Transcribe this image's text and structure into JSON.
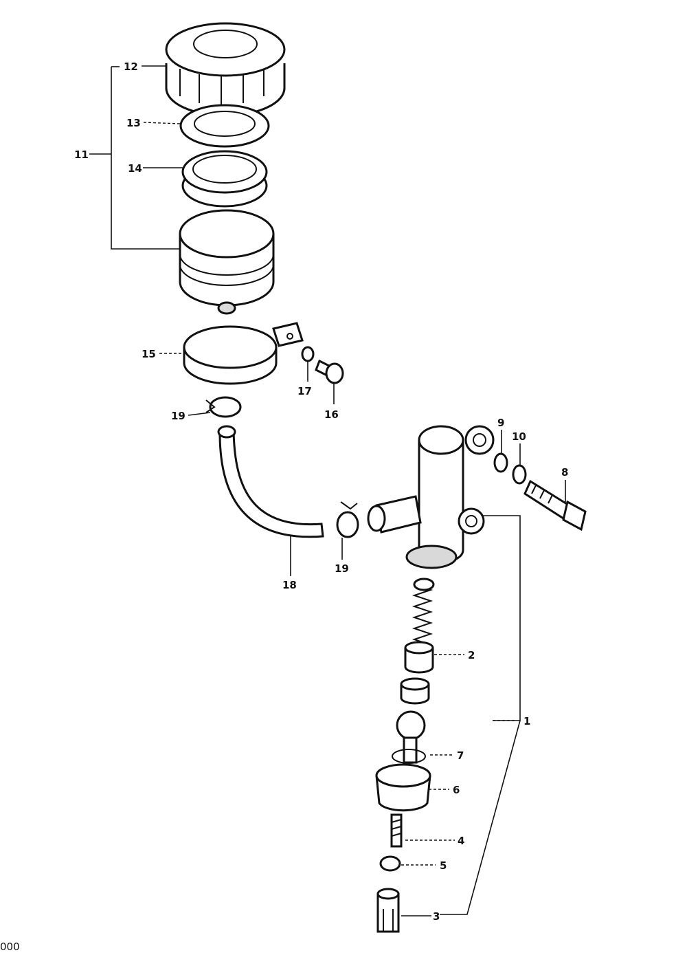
{
  "diagram": {
    "callouts": {
      "p1": "1",
      "p2": "2",
      "p3": "3",
      "p4": "4",
      "p5": "5",
      "p6": "6",
      "p7": "7",
      "p8": "8",
      "p9": "9",
      "p10": "10",
      "p11": "11",
      "p12": "12",
      "p13": "13",
      "p14": "14",
      "p15": "15",
      "p16": "16",
      "p17": "17",
      "p18": "18",
      "p19a": "19",
      "p19b": "19"
    },
    "corner_code": "000"
  }
}
